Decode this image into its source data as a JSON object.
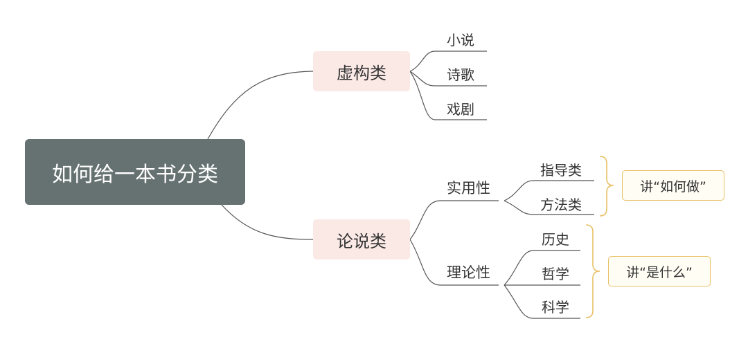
{
  "diagram": {
    "root": "如何给一本书分类",
    "fiction": {
      "label": "虚构类",
      "children": [
        "小说",
        "诗歌",
        "戏剧"
      ]
    },
    "argument": {
      "label": "论说类",
      "practical": {
        "label": "实用性",
        "children": [
          "指导类",
          "方法类"
        ],
        "note": "讲“如何做”"
      },
      "theoretical": {
        "label": "理论性",
        "children": [
          "历史",
          "哲学",
          "科学"
        ],
        "note": "讲“是什么”"
      }
    }
  },
  "colors": {
    "root_bg": "#667171",
    "category_bg": "#fbe9e6",
    "note_border": "#e8c064",
    "line": "#555555"
  }
}
